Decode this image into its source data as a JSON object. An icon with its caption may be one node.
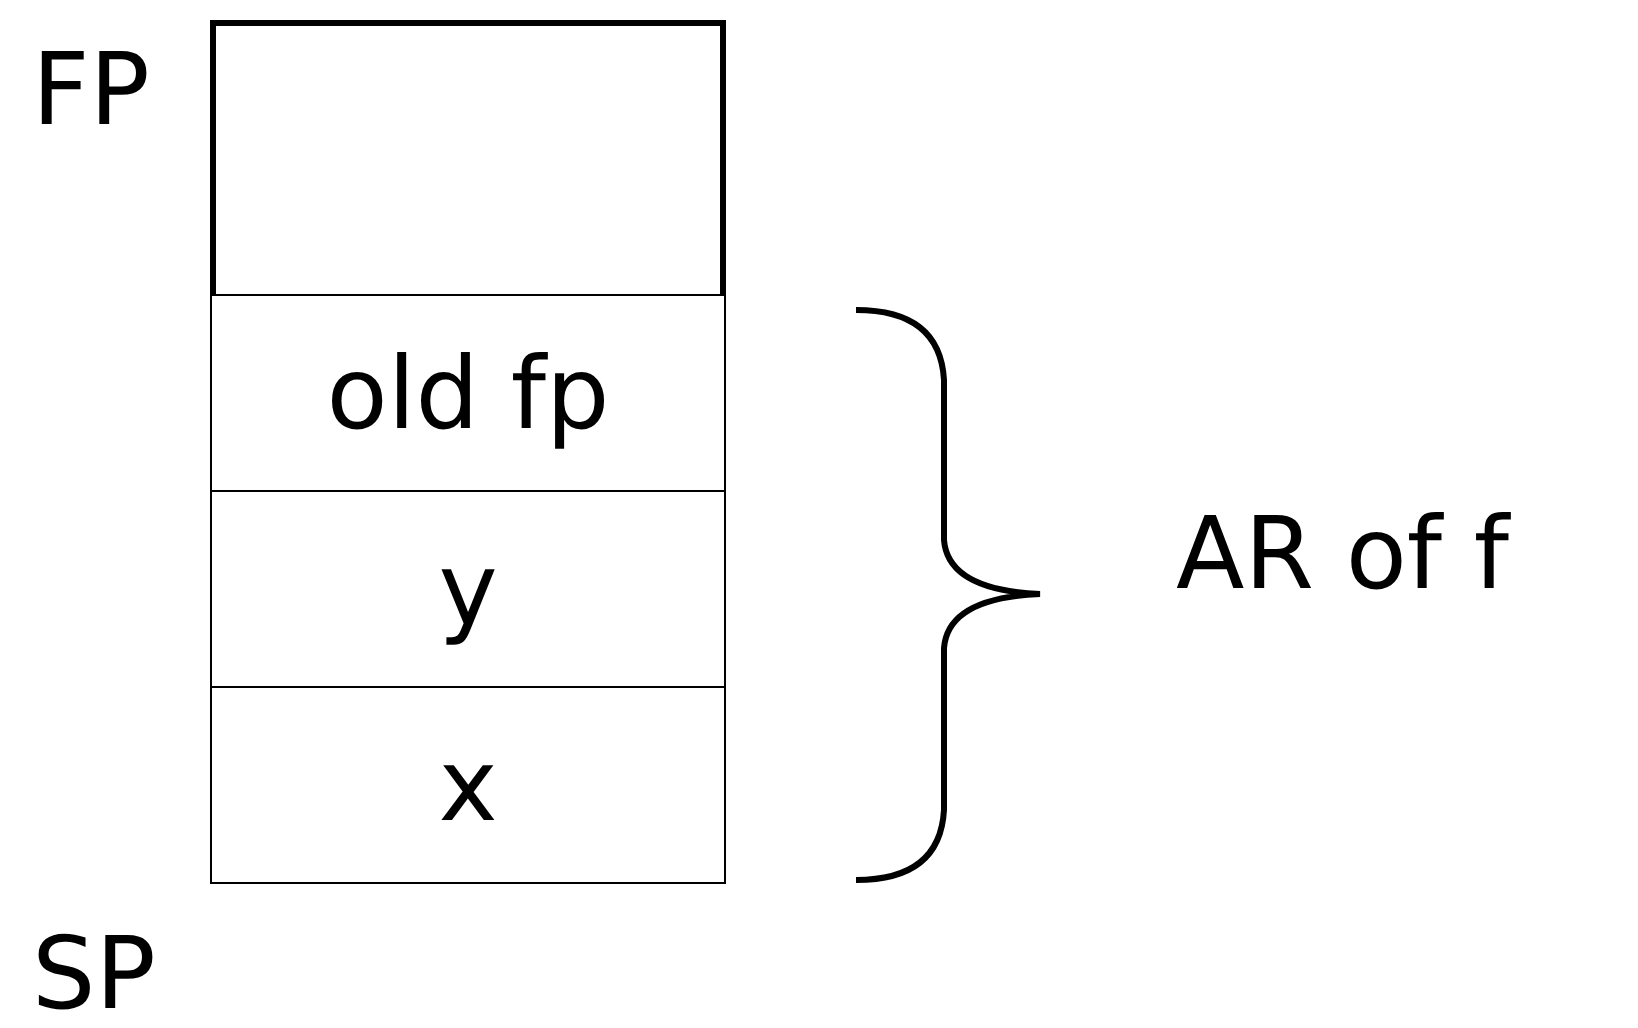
{
  "diagram": {
    "nodes": [
      {
        "text": [],
        "shape": "box"
      },
      {
        "text": [
          "old fp"
        ]
      },
      {
        "text": [
          "y"
        ]
      },
      {
        "text": [
          "x"
        ]
      }
    ],
    "labels": [
      "FP",
      "SP",
      "AR of f"
    ]
  }
}
